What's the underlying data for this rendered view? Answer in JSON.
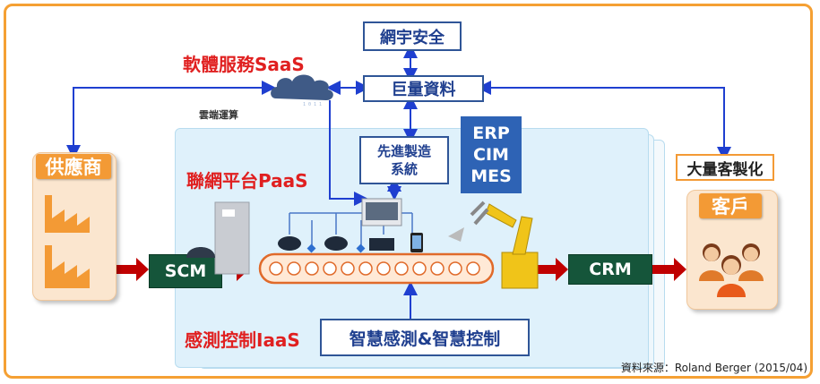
{
  "labels": {
    "saas": "軟體服務SaaS",
    "paas": "聯網平台PaaS",
    "iaas": "感測控制IaaS",
    "cloud": "雲端運算"
  },
  "boxes": {
    "cyber_security": "網宇安全",
    "big_data": "巨量資料",
    "advanced_manufacturing_line1": "先進製造",
    "advanced_manufacturing_line2": "系統",
    "erp_lines": [
      "ERP",
      "CIM",
      "MES"
    ],
    "smart_sensing": "智慧感測&智慧控制",
    "scm": "SCM",
    "crm": "CRM"
  },
  "supplier": {
    "tag": "供應商"
  },
  "customer": {
    "header": "大量客製化",
    "tag": "客戶"
  },
  "source": "資料來源：Roland Berger (2015/04)",
  "colors": {
    "frame": "#f5a033",
    "red_label": "#e02020",
    "arrow_blue": "#1f3fd0",
    "arrow_red": "#c00000",
    "panel": "#dff1fb"
  }
}
